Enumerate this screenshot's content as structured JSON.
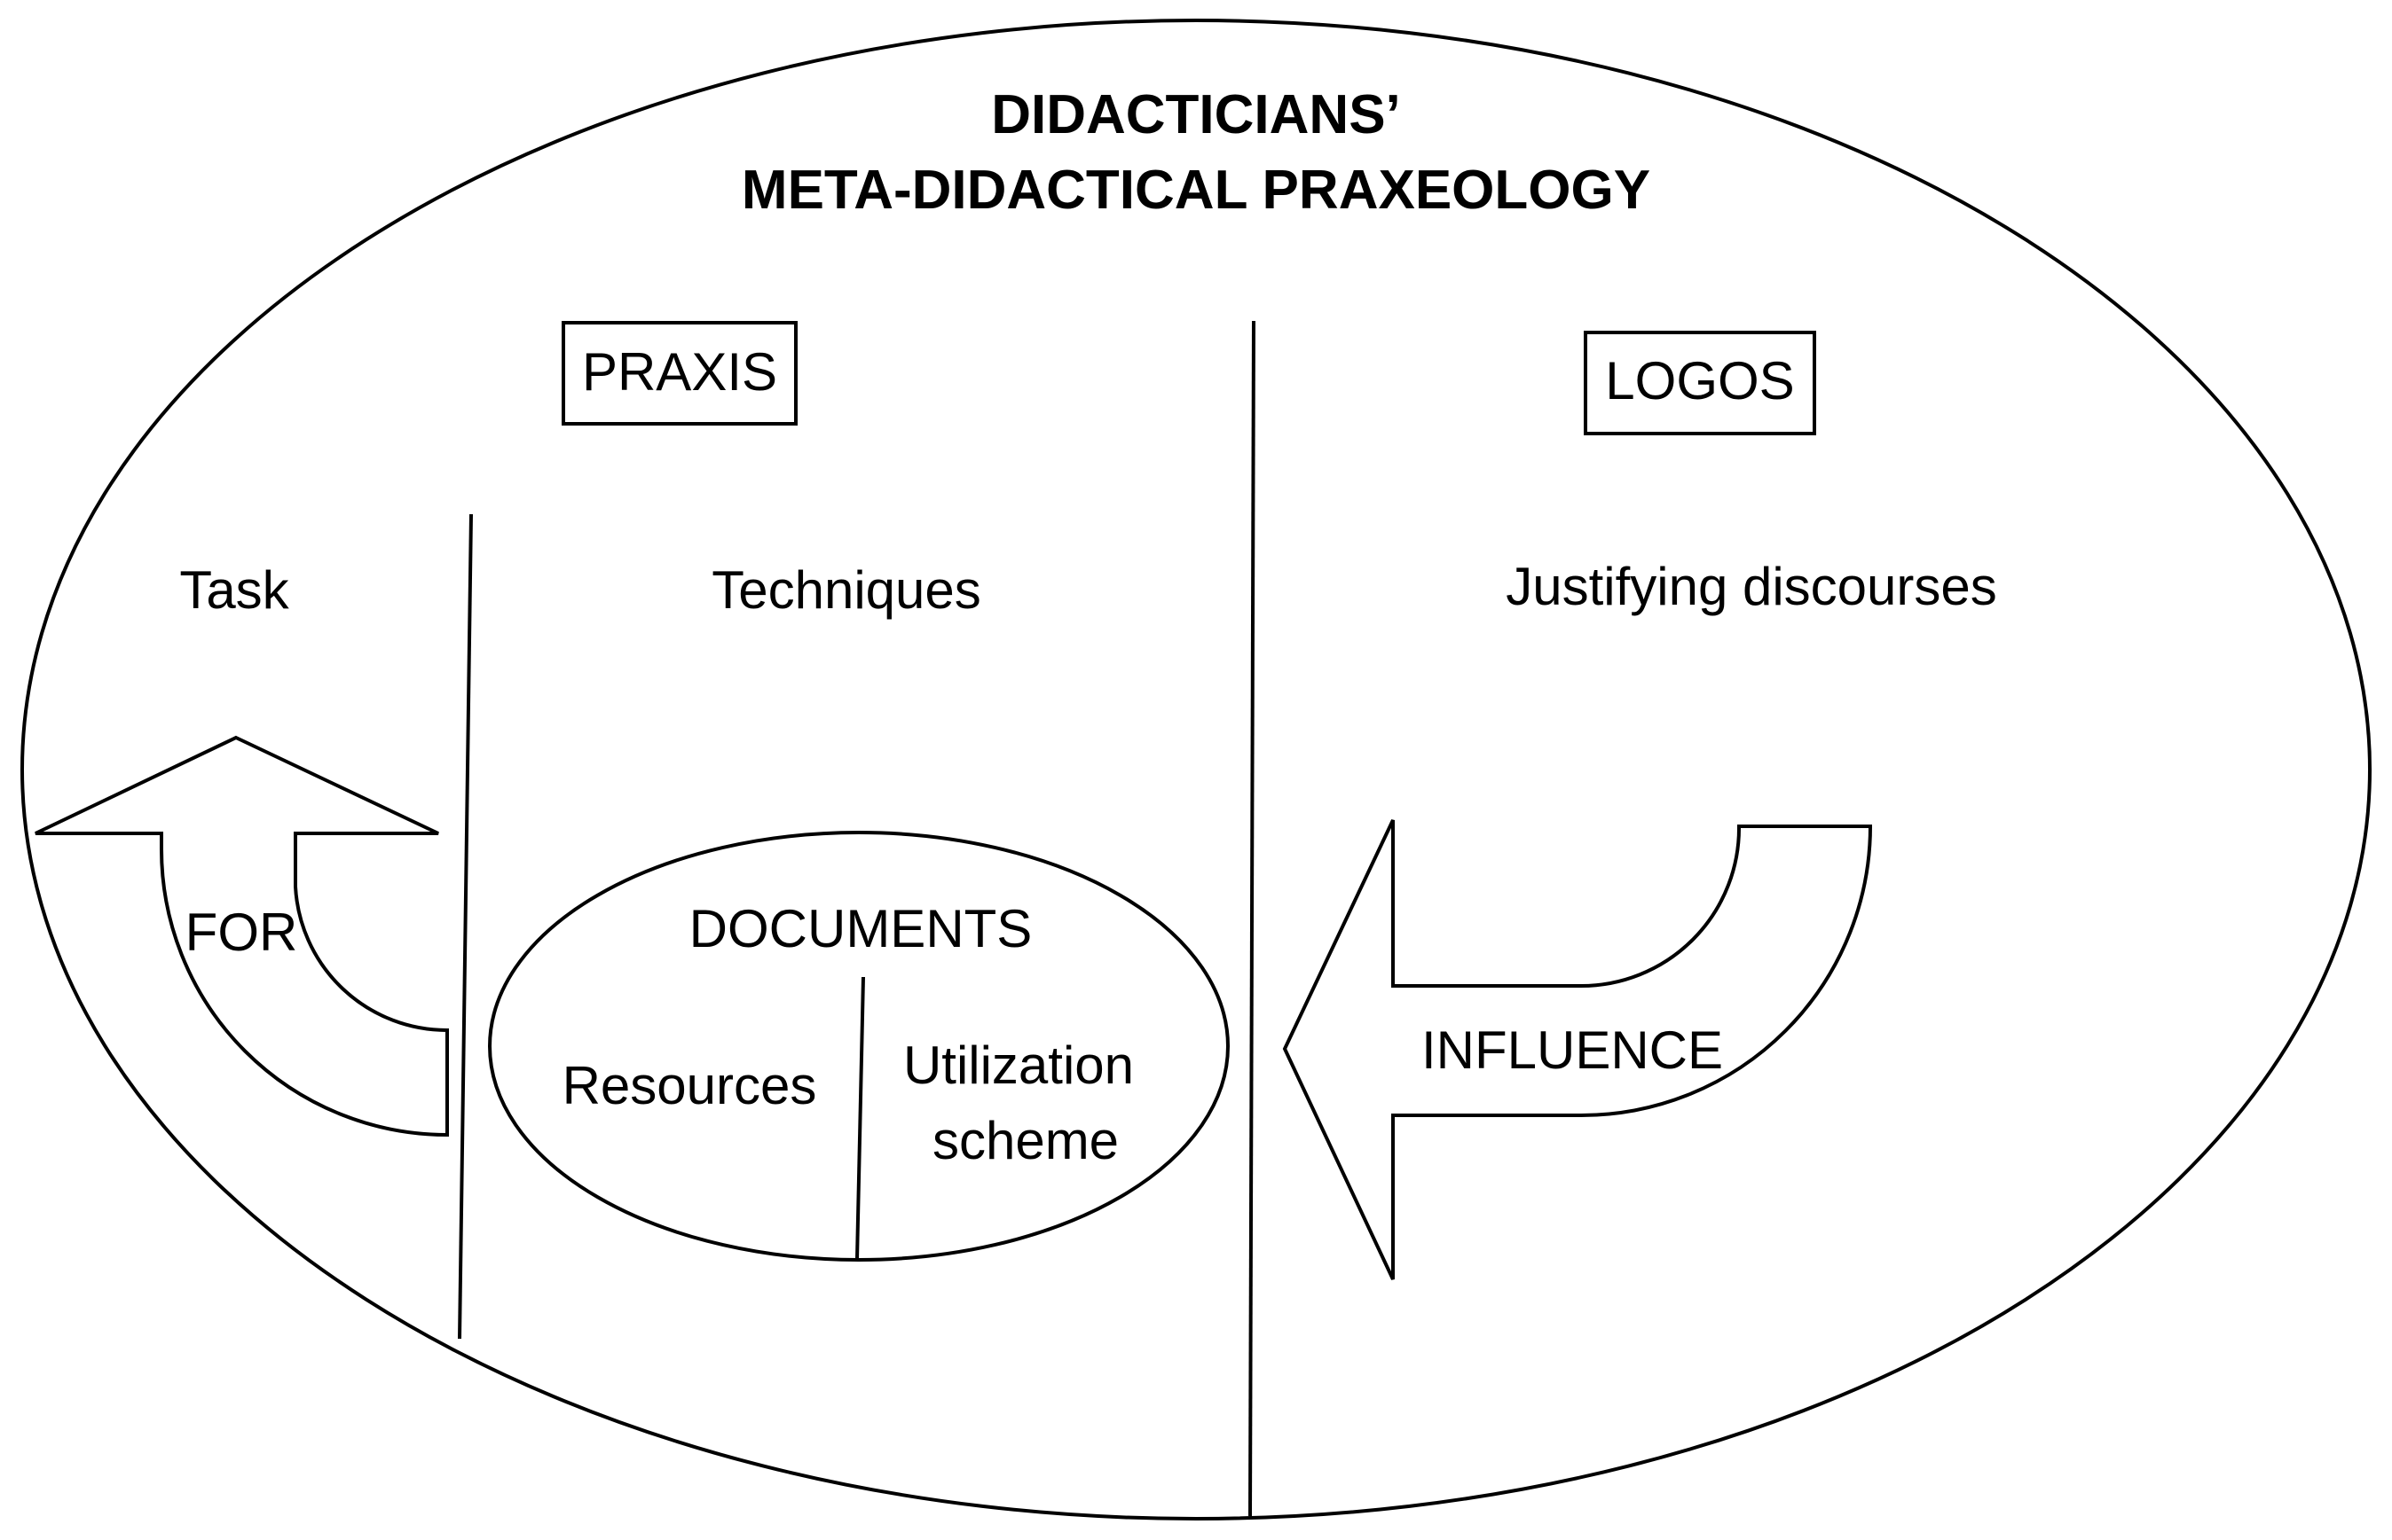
{
  "title": {
    "line1": "DIDACTICIANS’",
    "line2": "META-DIDACTICAL PRAXEOLOGY"
  },
  "praxis": {
    "label": "PRAXIS",
    "task": "Task",
    "techniques": "Techniques",
    "documents": {
      "title": "DOCUMENTS",
      "resources": "Resources",
      "utilization_line1": "Utilization",
      "utilization_line2": "scheme"
    }
  },
  "logos": {
    "label": "LOGOS",
    "justifying": "Justifying discourses"
  },
  "arrows": {
    "for": "FOR",
    "influence": "INFLUENCE"
  }
}
